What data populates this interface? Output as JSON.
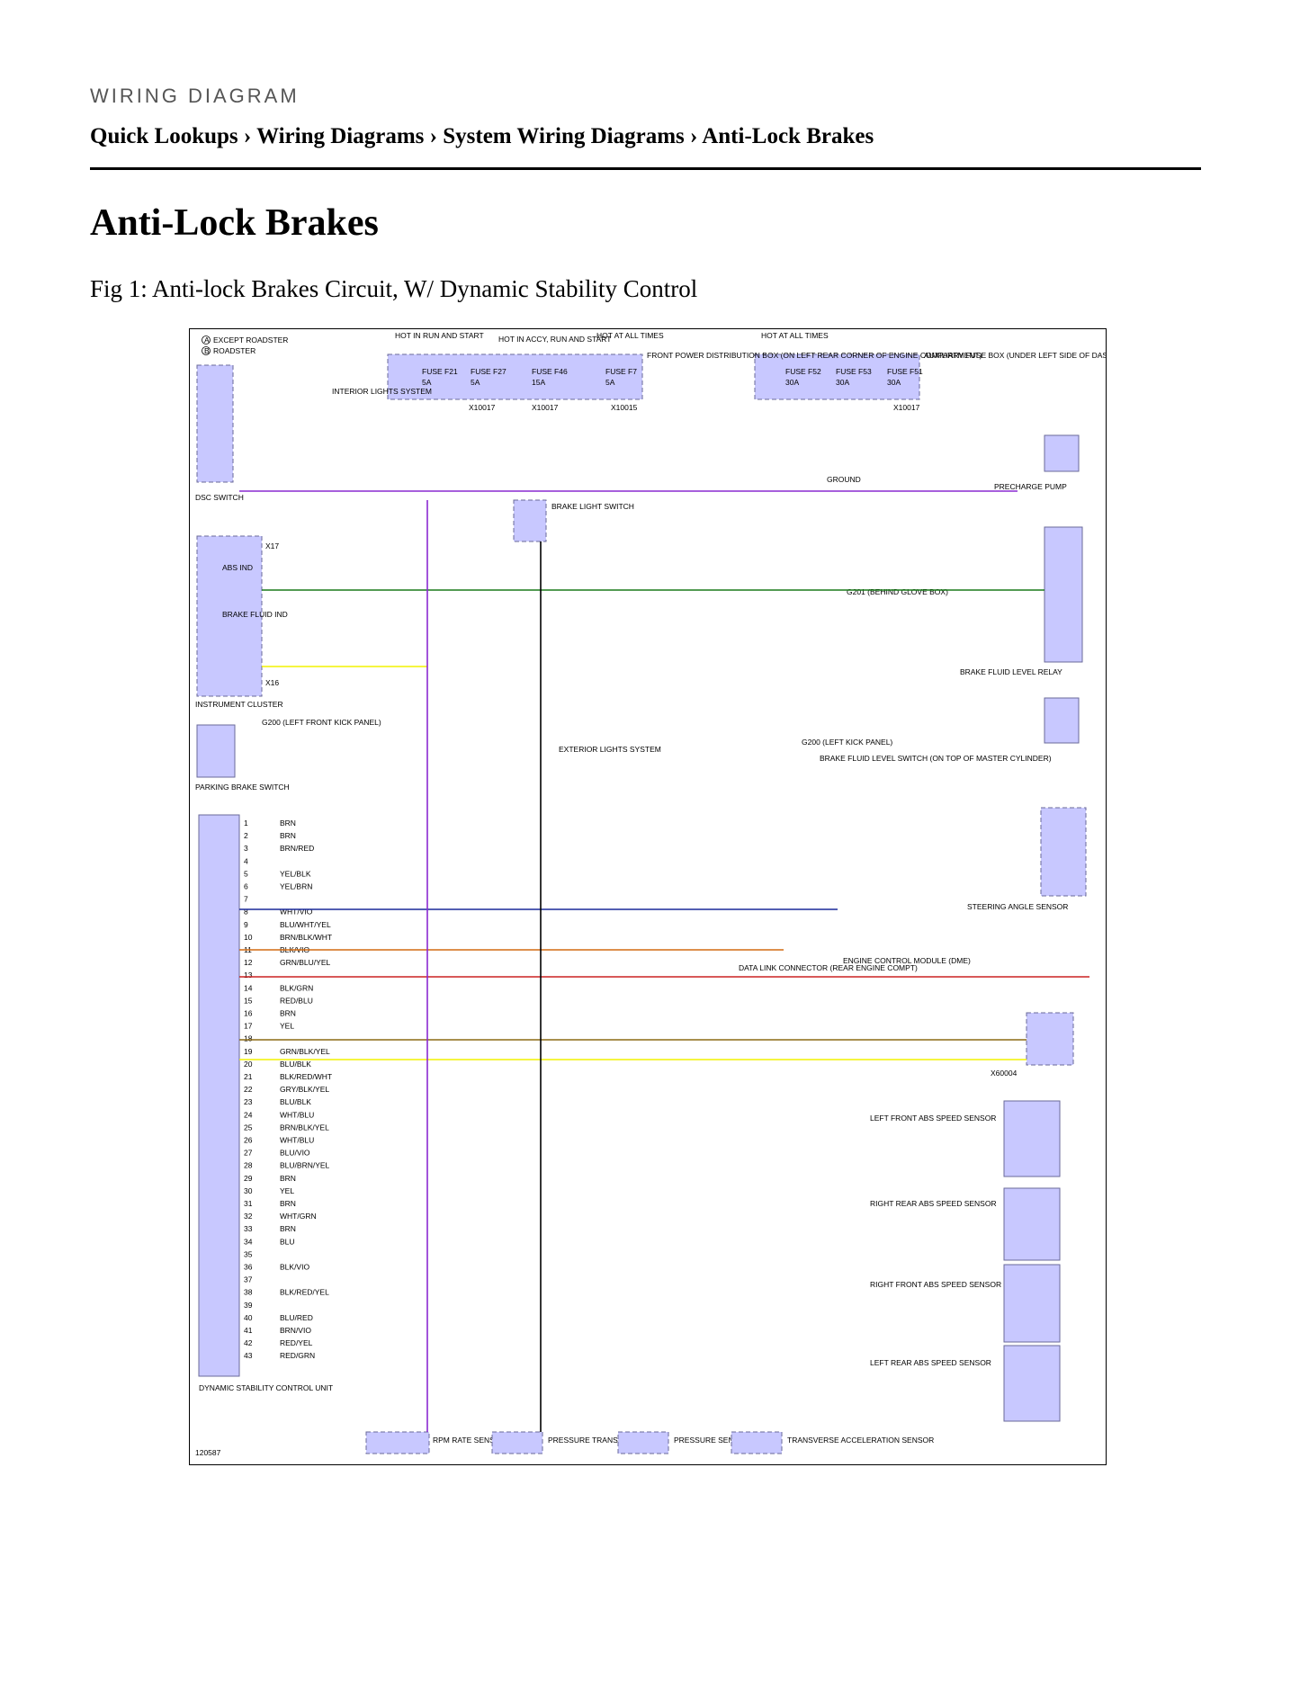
{
  "header": {
    "kicker": "WIRING DIAGRAM",
    "breadcrumb": [
      "Quick Lookups",
      "Wiring Diagrams",
      "System Wiring Diagrams",
      "Anti-Lock Brakes"
    ],
    "separator": "›"
  },
  "page_title": "Anti-Lock Brakes",
  "figure_caption": "Fig 1: Anti-lock Brakes Circuit, W/ Dynamic Stability Control",
  "diagram": {
    "legend": [
      "EXCEPT ROADSTER",
      "ROADSTER"
    ],
    "legend_marks": [
      "A",
      "B"
    ],
    "figure_id": "120587",
    "power_headers": [
      "HOT IN RUN AND START",
      "HOT IN ACCY, RUN AND START",
      "HOT AT ALL TIMES",
      "HOT AT ALL TIMES"
    ],
    "fuses": [
      {
        "name": "FUSE F21",
        "rating": "5A"
      },
      {
        "name": "FUSE F27",
        "rating": "5A"
      },
      {
        "name": "FUSE F46",
        "rating": "15A"
      },
      {
        "name": "FUSE F7",
        "rating": "5A"
      },
      {
        "name": "FUSE F52",
        "rating": "30A"
      },
      {
        "name": "FUSE F53",
        "rating": "30A"
      },
      {
        "name": "FUSE F51",
        "rating": "30A"
      }
    ],
    "fuse_box_labels": [
      "FRONT POWER DISTRIBUTION BOX (ON LEFT REAR CORNER OF ENGINE COMPARTMENT)",
      "AUXILIARY FUSE BOX (UNDER LEFT SIDE OF DASH)"
    ],
    "connectors": [
      "X10017",
      "X10017",
      "X10015",
      "X10017",
      "X17",
      "X16",
      "X60004"
    ],
    "components": [
      "DSC SWITCH",
      "INTERIOR LIGHTS SYSTEM",
      "BRAKE LIGHT SWITCH",
      "PRECHARGE PUMP",
      "ABS IND",
      "BRAKE FLUID IND",
      "INSTRUMENT CLUSTER",
      "BRAKE FLUID LEVEL RELAY",
      "PARKING BRAKE SWITCH",
      "EXTERIOR LIGHTS SYSTEM",
      "BRAKE FLUID LEVEL SWITCH (ON TOP OF MASTER CYLINDER)",
      "STEERING ANGLE SENSOR",
      "DATA LINK CONNECTOR (REAR ENGINE COMPT)",
      "ENGINE CONTROL MODULE (DME)",
      "LEFT FRONT ABS SPEED SENSOR",
      "RIGHT REAR ABS SPEED SENSOR",
      "RIGHT FRONT ABS SPEED SENSOR",
      "LEFT REAR ABS SPEED SENSOR",
      "DYNAMIC STABILITY CONTROL UNIT",
      "RPM RATE SENSOR",
      "PRESSURE TRANSMITTER",
      "PRESSURE SENSOR",
      "TRANSVERSE ACCELERATION SENSOR"
    ],
    "grounds": [
      "G200 (LEFT FRONT KICK PANEL)",
      "G201 (BEHIND GLOVE BOX)",
      "G200 (LEFT KICK PANEL)",
      "GROUND"
    ],
    "dsc_pins": [
      {
        "pin": "1",
        "wire": "BRN"
      },
      {
        "pin": "2",
        "wire": "BRN"
      },
      {
        "pin": "3",
        "wire": "BRN/RED"
      },
      {
        "pin": "4",
        "wire": ""
      },
      {
        "pin": "5",
        "wire": "YEL/BLK"
      },
      {
        "pin": "6",
        "wire": "YEL/BRN"
      },
      {
        "pin": "7",
        "wire": ""
      },
      {
        "pin": "8",
        "wire": "WHT/VIO"
      },
      {
        "pin": "9",
        "wire": "BLU/WHT/YEL"
      },
      {
        "pin": "10",
        "wire": "BRN/BLK/WHT"
      },
      {
        "pin": "11",
        "wire": "BLK/VIO"
      },
      {
        "pin": "12",
        "wire": "GRN/BLU/YEL"
      },
      {
        "pin": "13",
        "wire": ""
      },
      {
        "pin": "14",
        "wire": "BLK/GRN"
      },
      {
        "pin": "15",
        "wire": "RED/BLU"
      },
      {
        "pin": "16",
        "wire": "BRN"
      },
      {
        "pin": "17",
        "wire": "YEL"
      },
      {
        "pin": "18",
        "wire": ""
      },
      {
        "pin": "19",
        "wire": "GRN/BLK/YEL"
      },
      {
        "pin": "20",
        "wire": "BLU/BLK"
      },
      {
        "pin": "21",
        "wire": "BLK/RED/WHT"
      },
      {
        "pin": "22",
        "wire": "GRY/BLK/YEL"
      },
      {
        "pin": "23",
        "wire": "BLU/BLK"
      },
      {
        "pin": "24",
        "wire": "WHT/BLU"
      },
      {
        "pin": "25",
        "wire": "BRN/BLK/YEL"
      },
      {
        "pin": "26",
        "wire": "WHT/BLU"
      },
      {
        "pin": "27",
        "wire": "BLU/VIO"
      },
      {
        "pin": "28",
        "wire": "BLU/BRN/YEL"
      },
      {
        "pin": "29",
        "wire": "BRN"
      },
      {
        "pin": "30",
        "wire": "YEL"
      },
      {
        "pin": "31",
        "wire": "BRN"
      },
      {
        "pin": "32",
        "wire": "WHT/GRN"
      },
      {
        "pin": "33",
        "wire": "BRN"
      },
      {
        "pin": "34",
        "wire": "BLU"
      },
      {
        "pin": "35",
        "wire": ""
      },
      {
        "pin": "36",
        "wire": "BLK/VIO"
      },
      {
        "pin": "37",
        "wire": ""
      },
      {
        "pin": "38",
        "wire": "BLK/RED/YEL"
      },
      {
        "pin": "39",
        "wire": ""
      },
      {
        "pin": "40",
        "wire": "BLU/RED"
      },
      {
        "pin": "41",
        "wire": "BRN/VIO"
      },
      {
        "pin": "42",
        "wire": "RED/YEL"
      },
      {
        "pin": "43",
        "wire": "RED/GRN"
      }
    ],
    "colors": {
      "component_fill": "#c8c8ff",
      "component_stroke": "#6a6a9a",
      "brn": "#8b6a14",
      "yel": "#f2f200",
      "grn": "#1a7a1a",
      "blu": "#1a2a9a",
      "red": "#cc2222",
      "vio": "#8a2ad0",
      "orange": "#d26a10",
      "blk": "#000000",
      "wht": "#bbbbbb"
    }
  }
}
